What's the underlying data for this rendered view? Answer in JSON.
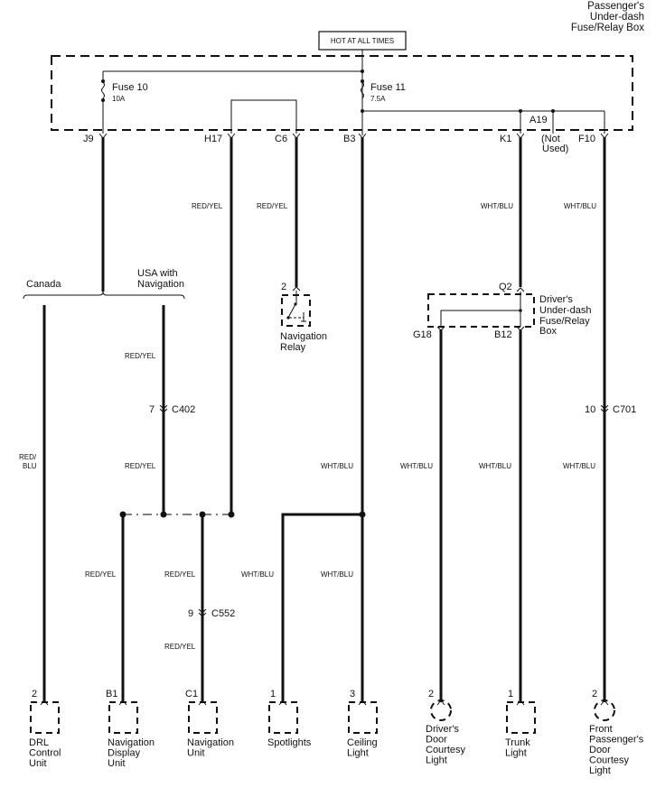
{
  "title": {
    "line1": "Passenger's",
    "line2": "Under-dash",
    "line3": "Fuse/Relay Box"
  },
  "hot_label": "HOT AT ALL TIMES",
  "fuses": [
    {
      "name": "Fuse 10",
      "rating": "10A"
    },
    {
      "name": "Fuse 11",
      "rating": "7.5A"
    }
  ],
  "terminals": {
    "j9": "J9",
    "h17": "H17",
    "c6": "C6",
    "b3": "B3",
    "k1": "K1",
    "a19": "A19",
    "not_used_1": "(Not",
    "not_used_2": "Used)",
    "f10": "F10"
  },
  "branches": {
    "canada": "Canada",
    "usa_1": "USA with",
    "usa_2": "Navigation"
  },
  "wire_colors": {
    "h17": "RED/YEL",
    "c6": "RED/YEL",
    "k1": "WHT/BLU",
    "f10": "WHT/BLU",
    "usa_upper": "RED/YEL",
    "usa_lower": "RED/YEL",
    "canada_1": "RED/",
    "canada_2": "BLU",
    "b3_mid": "WHT/BLU",
    "g18": "WHT/BLU",
    "b12": "WHT/BLU",
    "f10_lower": "WHT/BLU",
    "nav_display": "RED/YEL",
    "nav_unit_upper": "RED/YEL",
    "nav_unit_lower": "RED/YEL",
    "spotlights": "WHT/BLU",
    "ceiling": "WHT/BLU"
  },
  "connectors": {
    "c402_pin": "7",
    "c402": "C402",
    "c552_pin": "9",
    "c552": "C552",
    "c701_pin": "10",
    "c701": "C701"
  },
  "nav_relay": {
    "pin": "2",
    "line1": "Navigation",
    "line2": "Relay"
  },
  "drivers_box": {
    "q2": "Q2",
    "g18": "G18",
    "b12": "B12",
    "line1": "Driver's",
    "line2": "Under-dash",
    "line3": "Fuse/Relay",
    "line4": "Box"
  },
  "components": [
    {
      "pin": "2",
      "lines": [
        "DRL",
        "Control",
        "Unit"
      ]
    },
    {
      "pin": "B1",
      "lines": [
        "Navigation",
        "Display",
        "Unit"
      ]
    },
    {
      "pin": "C1",
      "lines": [
        "Navigation",
        "Unit"
      ]
    },
    {
      "pin": "1",
      "lines": [
        "Spotlights"
      ]
    },
    {
      "pin": "3",
      "lines": [
        "Ceiling",
        "Light"
      ]
    },
    {
      "pin": "2",
      "lines": [
        "Driver's",
        "Door",
        "Courtesy",
        "Light"
      ]
    },
    {
      "pin": "1",
      "lines": [
        "Trunk",
        "Light"
      ]
    },
    {
      "pin": "2",
      "lines": [
        "Front",
        "Passenger's",
        "Door",
        "Courtesy",
        "Light"
      ]
    }
  ]
}
